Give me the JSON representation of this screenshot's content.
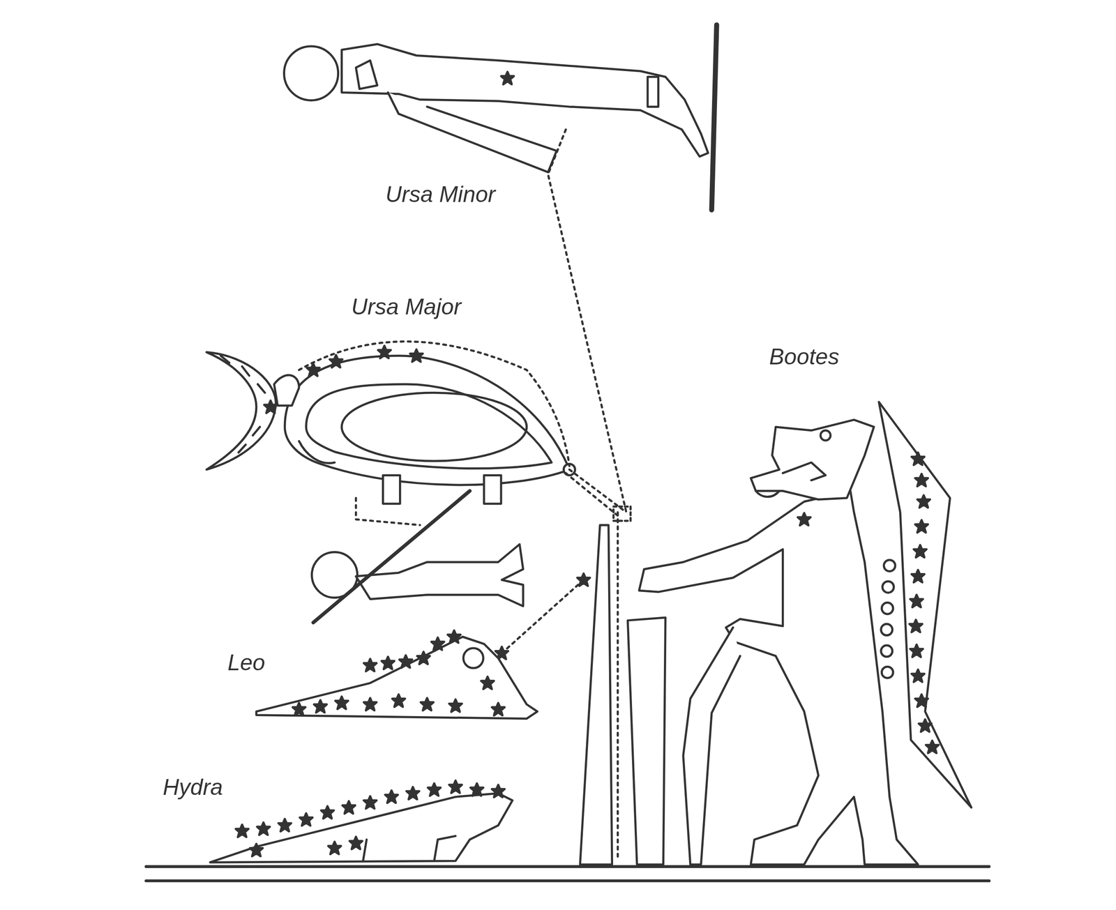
{
  "diagram": {
    "labels": [
      "Ursa Minor",
      "Ursa Major",
      "Bootes",
      "Leo",
      "Hydra"
    ]
  }
}
